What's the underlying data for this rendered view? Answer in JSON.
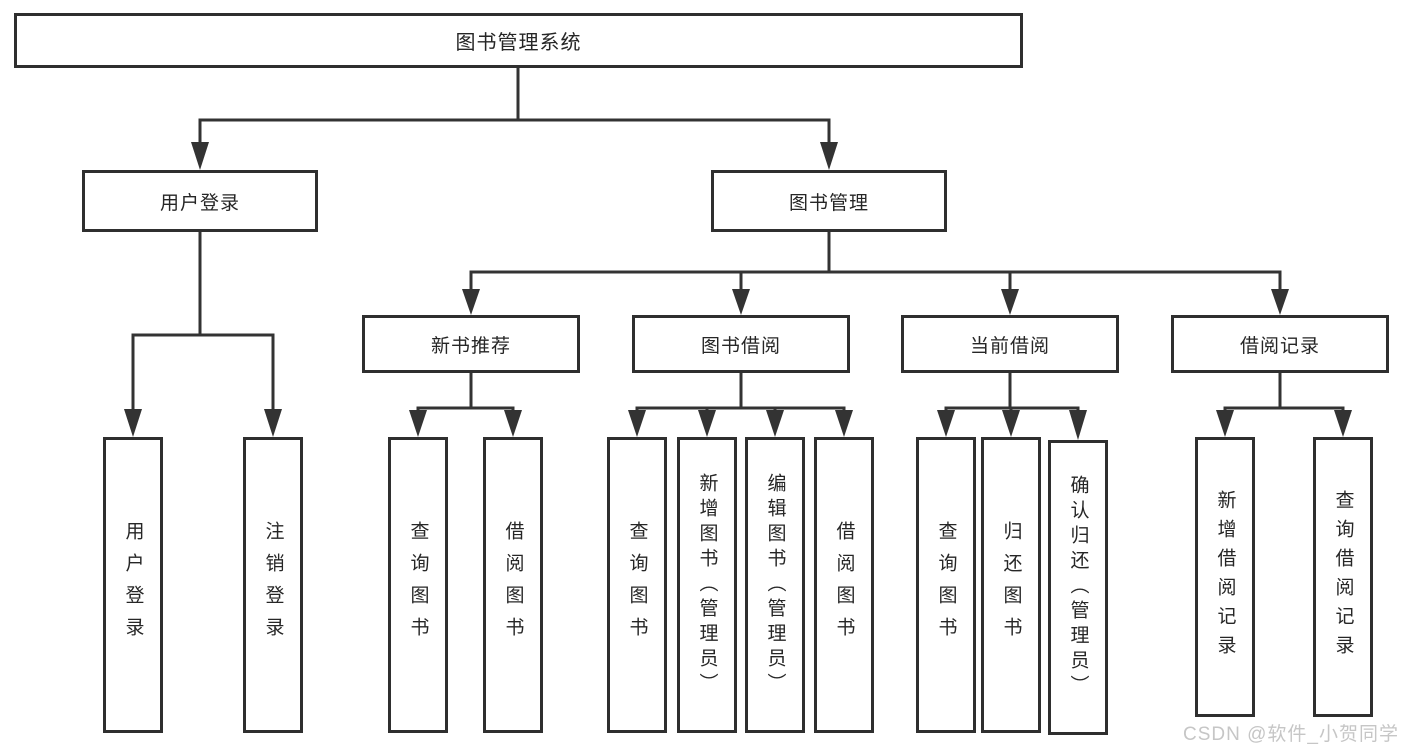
{
  "tree": {
    "label": "图书管理系统",
    "children": [
      {
        "label": "用户登录",
        "children": [
          {
            "label": "用户登录"
          },
          {
            "label": "注销登录"
          }
        ]
      },
      {
        "label": "图书管理",
        "children": [
          {
            "label": "新书推荐",
            "children": [
              {
                "label": "查询图书"
              },
              {
                "label": "借阅图书"
              }
            ]
          },
          {
            "label": "图书借阅",
            "children": [
              {
                "label": "查询图书"
              },
              {
                "label": "新增图书（管理员）"
              },
              {
                "label": "编辑图书（管理员）"
              },
              {
                "label": "借阅图书"
              }
            ]
          },
          {
            "label": "当前借阅",
            "children": [
              {
                "label": "查询图书"
              },
              {
                "label": "归还图书"
              },
              {
                "label": "确认归还（管理员）"
              }
            ]
          },
          {
            "label": "借阅记录",
            "children": [
              {
                "label": "新增借阅记录"
              },
              {
                "label": "查询借阅记录"
              }
            ]
          }
        ]
      }
    ]
  },
  "watermark": {
    "text": "CSDN @软件_小贺同学",
    "color": "#c6c6c6"
  },
  "colors": {
    "line": "#333333",
    "box_border": "#2f2f2f",
    "box_fill": "#ffffff",
    "text": "#262626",
    "background": "#ffffff"
  }
}
